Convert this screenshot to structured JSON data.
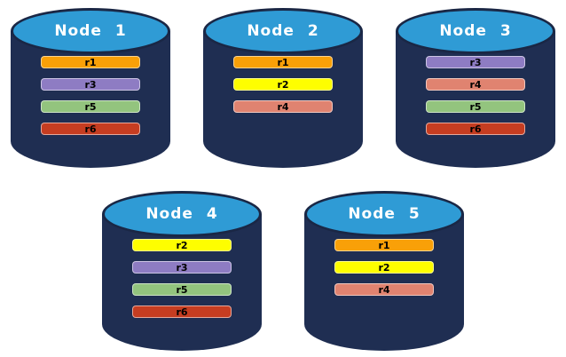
{
  "diagram": {
    "nodes": [
      {
        "label": "Node 1",
        "replicas": [
          "r1",
          "r3",
          "r5",
          "r6"
        ]
      },
      {
        "label": "Node 2",
        "replicas": [
          "r1",
          "r2",
          "r4"
        ]
      },
      {
        "label": "Node 3",
        "replicas": [
          "r3",
          "r4",
          "r5",
          "r6"
        ]
      },
      {
        "label": "Node 4",
        "replicas": [
          "r2",
          "r3",
          "r5",
          "r6"
        ]
      },
      {
        "label": "Node 5",
        "replicas": [
          "r1",
          "r2",
          "r4"
        ]
      }
    ],
    "replica_colors": {
      "r1": "#F9A008",
      "r2": "#FEFE00",
      "r3": "#8E7CC3",
      "r4": "#E08370",
      "r5": "#93C47E",
      "r6": "#C63D21"
    },
    "colors": {
      "cylinder_body": "#1F2E52",
      "cylinder_top": "#2F9BD5",
      "cylinder_outline": "#1A2745",
      "background": "#FFFFFF",
      "node_title_text": "#FFFFFF",
      "replica_text": "#000000"
    }
  }
}
